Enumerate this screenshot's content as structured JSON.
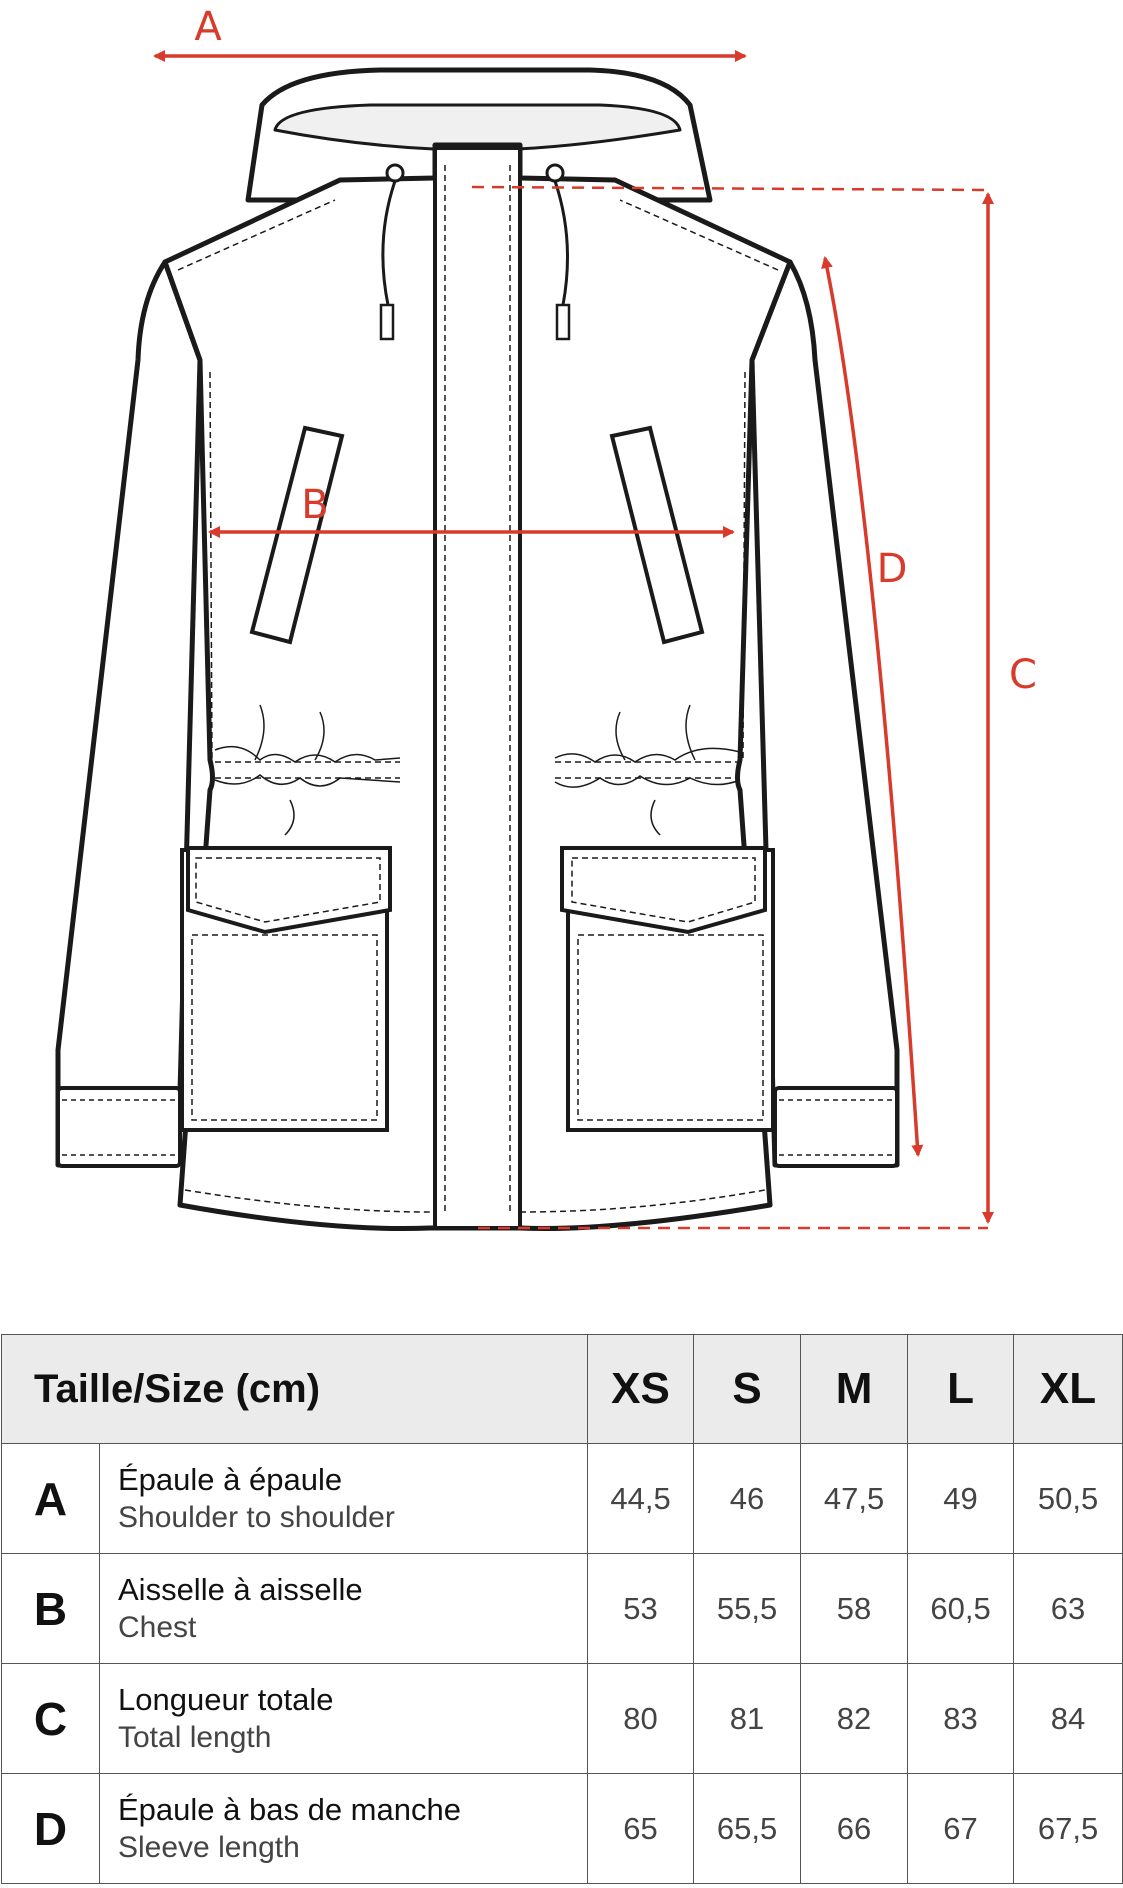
{
  "diagram": {
    "labels": {
      "a": "A",
      "b": "B",
      "c": "C",
      "d": "D"
    },
    "accent_color": "#d83a2b",
    "line_color": "#1a1a1a"
  },
  "table": {
    "header": {
      "title": "Taille/Size (cm)",
      "sizes": [
        "XS",
        "S",
        "M",
        "L",
        "XL"
      ]
    },
    "rows": [
      {
        "letter": "A",
        "fr": "Épaule à épaule",
        "en": "Shoulder to shoulder",
        "values": [
          "44,5",
          "46",
          "47,5",
          "49",
          "50,5"
        ]
      },
      {
        "letter": "B",
        "fr": "Aisselle à aisselle",
        "en": "Chest",
        "values": [
          "53",
          "55,5",
          "58",
          "60,5",
          "63"
        ]
      },
      {
        "letter": "C",
        "fr": "Longueur totale",
        "en": "Total length",
        "values": [
          "80",
          "81",
          "82",
          "83",
          "84"
        ]
      },
      {
        "letter": "D",
        "fr": "Épaule à bas de manche",
        "en": "Sleeve length",
        "values": [
          "65",
          "65,5",
          "66",
          "67",
          "67,5"
        ]
      }
    ],
    "header_bg": "#ebebeb"
  }
}
